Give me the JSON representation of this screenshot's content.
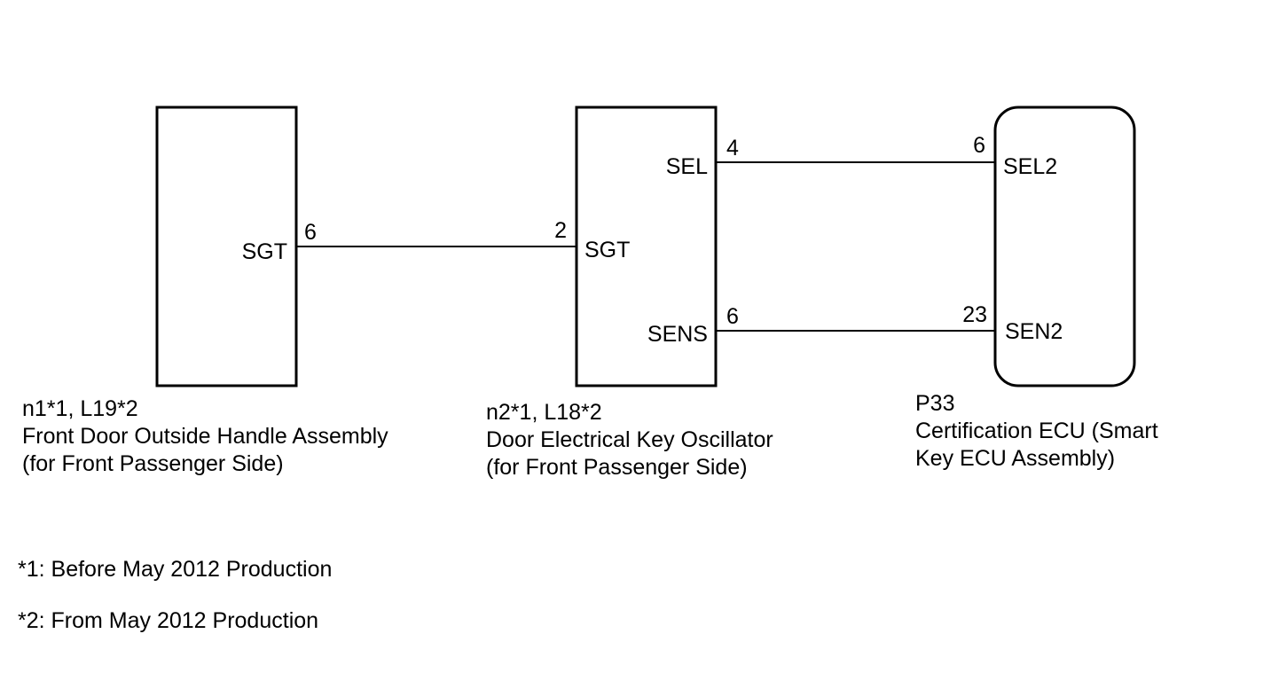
{
  "components": {
    "handle": {
      "connector": "n1*1, L19*2",
      "name": "Front Door Outside Handle Assembly",
      "side": "(for Front Passenger Side)",
      "terminal_name": "SGT",
      "terminal_pin": "6"
    },
    "oscillator": {
      "connector": "n2*1, L18*2",
      "name": "Door Electrical Key Oscillator",
      "side": "(for Front Passenger Side)",
      "terminals": {
        "sel": {
          "name": "SEL",
          "pin": "4"
        },
        "sgt": {
          "name": "SGT",
          "pin": "2"
        },
        "sens": {
          "name": "SENS",
          "pin": "6"
        }
      }
    },
    "ecu": {
      "connector": "P33",
      "name_line1": "Certification ECU (Smart",
      "name_line2": "Key ECU Assembly)",
      "terminals": {
        "sel2": {
          "name": "SEL2",
          "pin": "6"
        },
        "sen2": {
          "name": "SEN2",
          "pin": "23"
        }
      }
    }
  },
  "footnotes": [
    "*1: Before May 2012 Production",
    "*2: From May 2012 Production"
  ]
}
